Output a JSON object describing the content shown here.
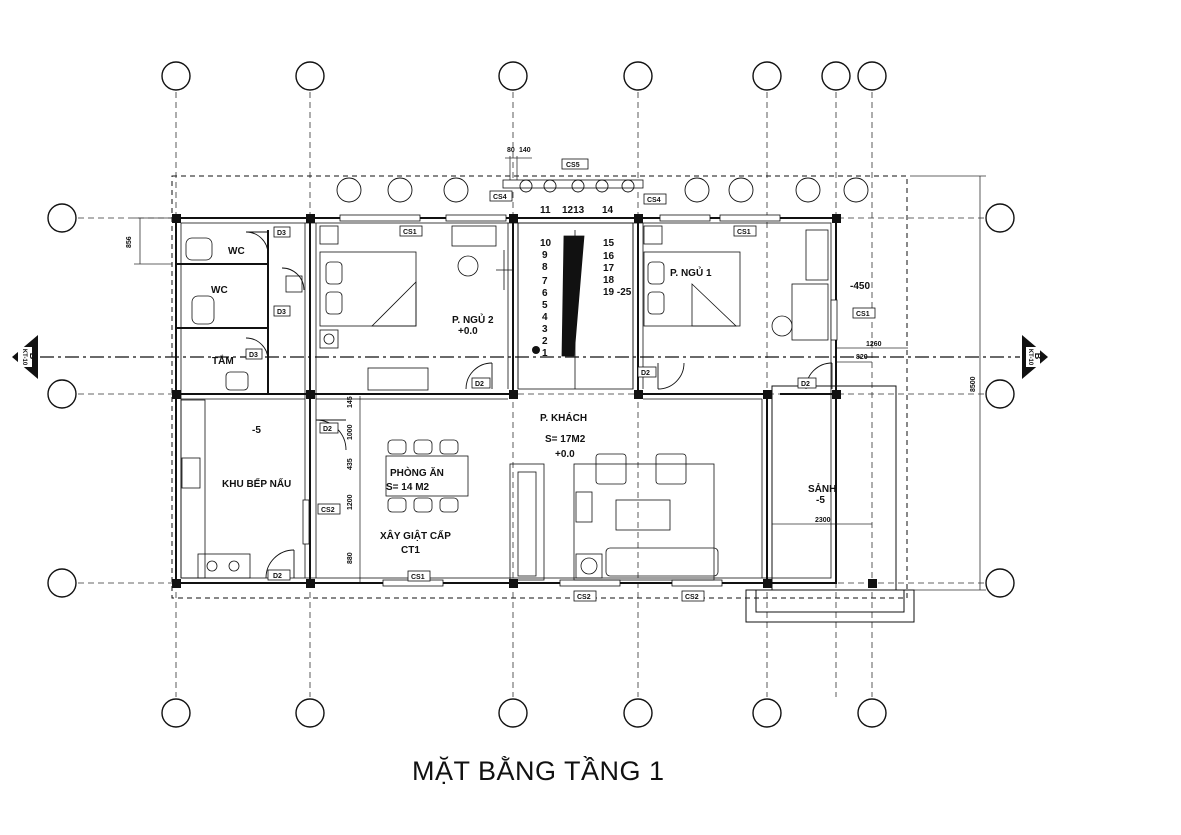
{
  "drawing_title": "MẶT BẰNG TẦNG 1",
  "rooms": {
    "wc_1": "WC",
    "wc_2": "WC",
    "tam": "TẮM",
    "bedroom_2": "P. NGỦ 2",
    "bedroom_2_level": "+0.0",
    "bedroom_1": "P. NGỦ 1",
    "bedroom_1_level": "-450",
    "kitchen": "KHU BẾP NẤU",
    "kitchen_level": "-5",
    "dining": "PHÒNG ĂN",
    "dining_area": "S= 14 M2",
    "step": "XÂY GIẬT CẤP",
    "step_code": "CT1",
    "living": "P. KHÁCH",
    "living_area": "S= 17M2",
    "living_level": "+0.0",
    "lobby": "SẢNH",
    "lobby_level": "-5"
  },
  "door_tags": {
    "d3a": "D3",
    "d3b": "D3",
    "d3c": "D3",
    "d2a": "D2",
    "d2b": "D2",
    "d2c": "D2",
    "d2d": "D2",
    "d2e": "D2"
  },
  "window_tags": {
    "cs5": "CS5",
    "cs4a": "CS4",
    "cs4b": "CS4",
    "cs1a": "CS1",
    "cs1b": "CS1",
    "cs1c": "CS1",
    "cs1d": "CS1",
    "cs2a": "CS2",
    "cs2b": "CS2",
    "cs2c": "CS2"
  },
  "stairs": {
    "s1": "1",
    "s2": "2",
    "s3": "3",
    "s4": "4",
    "s5": "5",
    "s6": "6",
    "s7": "7",
    "s8": "8",
    "s9": "9",
    "s10": "10",
    "s11": "11",
    "s1213": "1213",
    "s14": "14",
    "s15": "15",
    "s16": "16",
    "s17": "17",
    "s18": "18",
    "s1925": "19 -25"
  },
  "dimensions": {
    "d80": "80",
    "d140": "140",
    "d856": "856",
    "d8500": "8500",
    "d1260": "1260",
    "d820": "820",
    "d2300": "2300",
    "d145": "145",
    "d1000": "1000",
    "d435": "435",
    "d1200": "1200",
    "d880": "880"
  },
  "section_marks": {
    "left_letter": "B",
    "left_ref": "KT-10",
    "right_letter": "B",
    "right_ref": "KT-10"
  }
}
